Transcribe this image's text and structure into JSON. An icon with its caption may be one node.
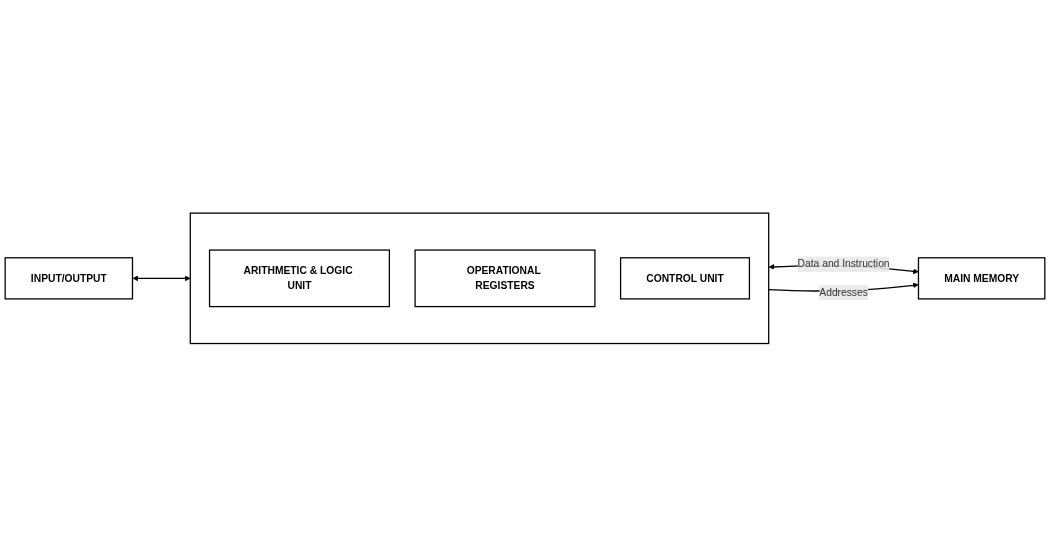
{
  "diagram": {
    "nodes": [
      {
        "text": [
          "INPUT/OUTPUT"
        ]
      },
      {
        "text": [],
        "shape": "box"
      },
      {
        "text": [
          "ARITHMETIC & LOGIC UNIT"
        ],
        "in": 1
      },
      {
        "text": [
          "OPERATIONAL REGISTERS"
        ],
        "in": 1
      },
      {
        "text": [
          "CONTROL UNIT"
        ],
        "in": 1
      },
      {
        "text": [
          "MAIN MEMORY"
        ]
      }
    ],
    "edges": [
      {
        "from": 0,
        "to": 1,
        "arrow": "both"
      },
      {
        "from": 1,
        "to": 5,
        "arrow": "both",
        "label": "Data and Instruction"
      },
      {
        "from": 1,
        "to": 5,
        "arrow": "to",
        "label": "Addresses"
      }
    ]
  }
}
